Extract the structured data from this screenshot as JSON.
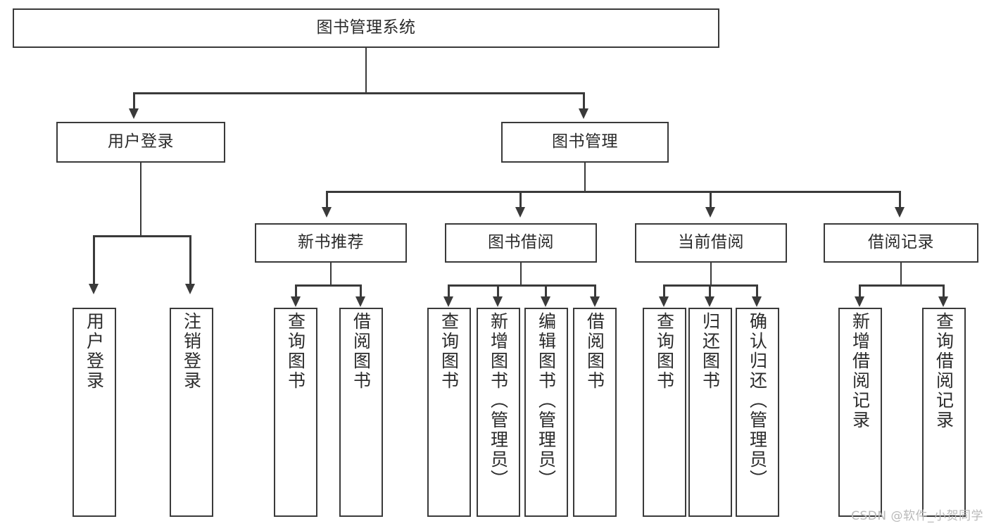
{
  "diagram": {
    "type": "tree-hierarchy",
    "title": "图书管理系统",
    "watermark": "CSDN @软件_小贺同学",
    "colors": {
      "border": "#3a3a3a",
      "background": "#ffffff",
      "text": "#2b2b2b",
      "watermark": "#b9b9b9"
    },
    "levels": {
      "root": {
        "label": "图书管理系统"
      },
      "level2": [
        {
          "label": "用户登录"
        },
        {
          "label": "图书管理"
        }
      ],
      "level3": [
        {
          "label": "新书推荐"
        },
        {
          "label": "图书借阅"
        },
        {
          "label": "当前借阅"
        },
        {
          "label": "借阅记录"
        }
      ],
      "leaves": {
        "user_login": [
          {
            "label": "用户登录"
          },
          {
            "label": "注销登录"
          }
        ],
        "new_book_recommend": [
          {
            "label": "查询图书"
          },
          {
            "label": "借阅图书"
          }
        ],
        "book_borrow": [
          {
            "label": "查询图书"
          },
          {
            "label": "新增图书（管理员）"
          },
          {
            "label": "编辑图书（管理员）"
          },
          {
            "label": "借阅图书"
          }
        ],
        "current_borrow": [
          {
            "label": "查询图书"
          },
          {
            "label": "归还图书"
          },
          {
            "label": "确认归还（管理员）"
          }
        ],
        "borrow_record": [
          {
            "label": "新增借阅记录"
          },
          {
            "label": "查询借阅记录"
          }
        ]
      }
    }
  }
}
